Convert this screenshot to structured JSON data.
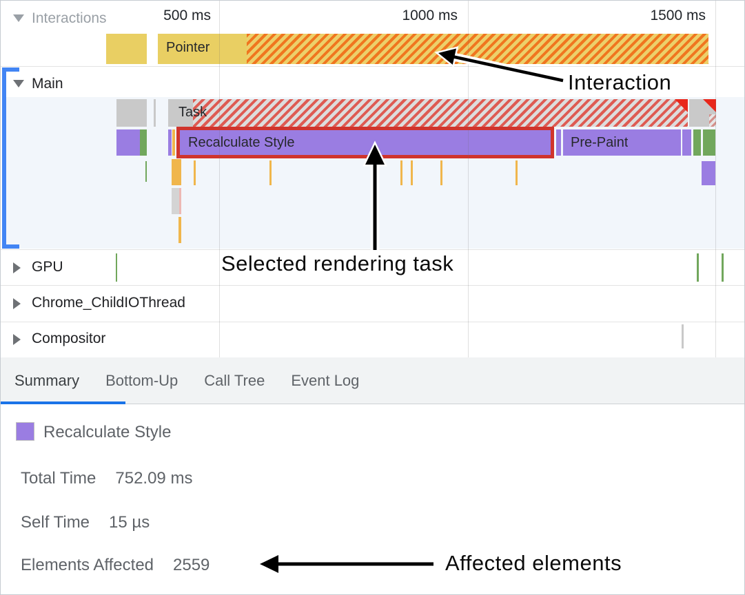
{
  "ruler": {
    "labels": [
      "500 ms",
      "1000 ms",
      "1500 ms"
    ]
  },
  "tracks": {
    "interactions": {
      "label": "Interactions",
      "bars": {
        "pointer": "Pointer"
      }
    },
    "main": {
      "label": "Main",
      "bars": {
        "task": "Task",
        "selected": "Recalculate Style",
        "prepaint": "Pre-Paint"
      }
    },
    "gpu": {
      "label": "GPU"
    },
    "io": {
      "label": "Chrome_ChildIOThread"
    },
    "compositor": {
      "label": "Compositor"
    }
  },
  "tabs": [
    {
      "label": "Summary",
      "selected": true
    },
    {
      "label": "Bottom-Up",
      "selected": false
    },
    {
      "label": "Call Tree",
      "selected": false
    },
    {
      "label": "Event Log",
      "selected": false
    }
  ],
  "summary": {
    "title": "Recalculate Style",
    "rows": [
      {
        "label": "Total Time",
        "value": "752.09 ms"
      },
      {
        "label": "Self Time",
        "value": "15 µs"
      },
      {
        "label": "Elements Affected",
        "value": "2559"
      }
    ]
  },
  "annotations": {
    "interaction": "Interaction",
    "selected_task": "Selected rendering task",
    "affected": "Affected elements"
  },
  "colors": {
    "event_purple": "#9a7de2",
    "event_green": "#71a75c",
    "interaction_yellow": "#e9cf63",
    "interaction_hatch_orange": "#f0761f",
    "task_gray": "#c9c9c9",
    "long_task_hatch_red": "#e2483e",
    "selection_red": "#d0342c",
    "track_bracket_blue": "#4285f4",
    "tab_underline_blue": "#1a73e8",
    "nested_tick_orange": "#f0b64c",
    "main_track_bg": "#f2f6fb"
  }
}
